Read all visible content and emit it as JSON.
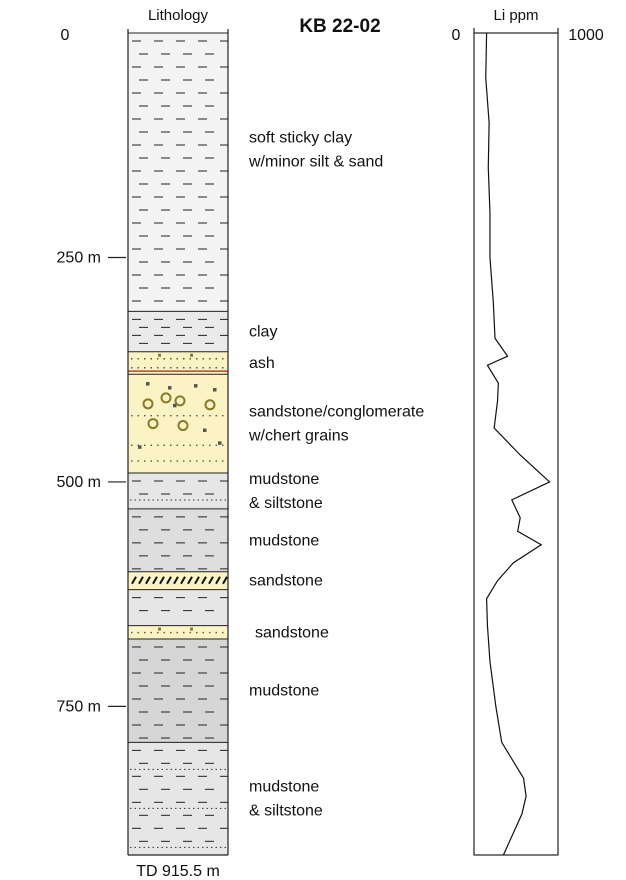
{
  "well_name": "KB 22-02",
  "lithology_header": "Lithology",
  "li_header": "Li ppm",
  "li_axis_min": "0",
  "li_axis_max": "1000",
  "depth_ticks": [
    {
      "label": "0",
      "depth": 0
    },
    {
      "label": "250 m",
      "depth": 250
    },
    {
      "label": "500 m",
      "depth": 500
    },
    {
      "label": "750 m",
      "depth": 750
    }
  ],
  "total_depth_label": "TD 915.5 m",
  "units": [
    {
      "name": "soft-sticky-clay",
      "label_lines": [
        "soft sticky clay",
        "w/minor silt & sand"
      ],
      "top_m": 0,
      "bottom_m": 310,
      "fill": "#f3f3f3",
      "pattern": "dash"
    },
    {
      "name": "clay",
      "label_lines": [
        "clay"
      ],
      "top_m": 310,
      "bottom_m": 355,
      "fill": "#eaeaea",
      "pattern": "dense-dash"
    },
    {
      "name": "ash",
      "label_lines": [
        "ash"
      ],
      "top_m": 355,
      "bottom_m": 380,
      "fill": "#fbf3c4",
      "pattern": "dots"
    },
    {
      "name": "sandstone-conglomerate",
      "label_lines": [
        "sandstone/conglomerate",
        "w/chert grains"
      ],
      "top_m": 380,
      "bottom_m": 490,
      "fill": "#fbf3c4",
      "pattern": "gravel"
    },
    {
      "name": "mudstone-siltstone-upper",
      "label_lines": [
        "mudstone",
        "& siltstone"
      ],
      "top_m": 490,
      "bottom_m": 530,
      "fill": "#e6e6e6",
      "pattern": "dash-dots"
    },
    {
      "name": "mudstone-upper",
      "label_lines": [
        "mudstone"
      ],
      "top_m": 530,
      "bottom_m": 600,
      "fill": "#dedede",
      "pattern": "dash"
    },
    {
      "name": "sandstone-upper",
      "label_lines": [
        "sandstone"
      ],
      "top_m": 600,
      "bottom_m": 620,
      "fill": "#fbf3c4",
      "pattern": "hatch"
    },
    {
      "name": "mudstone-thin",
      "label_lines": [],
      "top_m": 620,
      "bottom_m": 660,
      "fill": "#e6e6e6",
      "pattern": "dash"
    },
    {
      "name": "sandstone-lower",
      "label_lines": [
        "sandstone"
      ],
      "top_m": 660,
      "bottom_m": 675,
      "fill": "#fbf3c4",
      "pattern": "dots"
    },
    {
      "name": "mudstone-lower",
      "label_lines": [
        "mudstone"
      ],
      "top_m": 675,
      "bottom_m": 790,
      "fill": "#d6d6d6",
      "pattern": "dash"
    },
    {
      "name": "mudstone-siltstone-lower",
      "label_lines": [
        "mudstone",
        "& siltstone"
      ],
      "top_m": 790,
      "bottom_m": 915.5,
      "fill": "#e6e6e6",
      "pattern": "dash-dots"
    }
  ],
  "boundary_red_depth_m": 380,
  "colors": {
    "ash_line": "#e0403a",
    "sand_fill": "#fbf3c4",
    "gravel": "#8a7a2a"
  },
  "li_profile": {
    "depth_m": [
      0,
      50,
      100,
      150,
      200,
      250,
      300,
      340,
      360,
      370,
      390,
      410,
      440,
      470,
      500,
      520,
      540,
      555,
      570,
      590,
      610,
      630,
      660,
      700,
      750,
      790,
      830,
      850,
      870,
      915.5
    ],
    "li_ppm": [
      150,
      140,
      180,
      170,
      190,
      190,
      230,
      250,
      400,
      160,
      290,
      280,
      240,
      550,
      900,
      450,
      550,
      520,
      800,
      470,
      280,
      150,
      160,
      190,
      260,
      330,
      590,
      620,
      570,
      350
    ]
  }
}
